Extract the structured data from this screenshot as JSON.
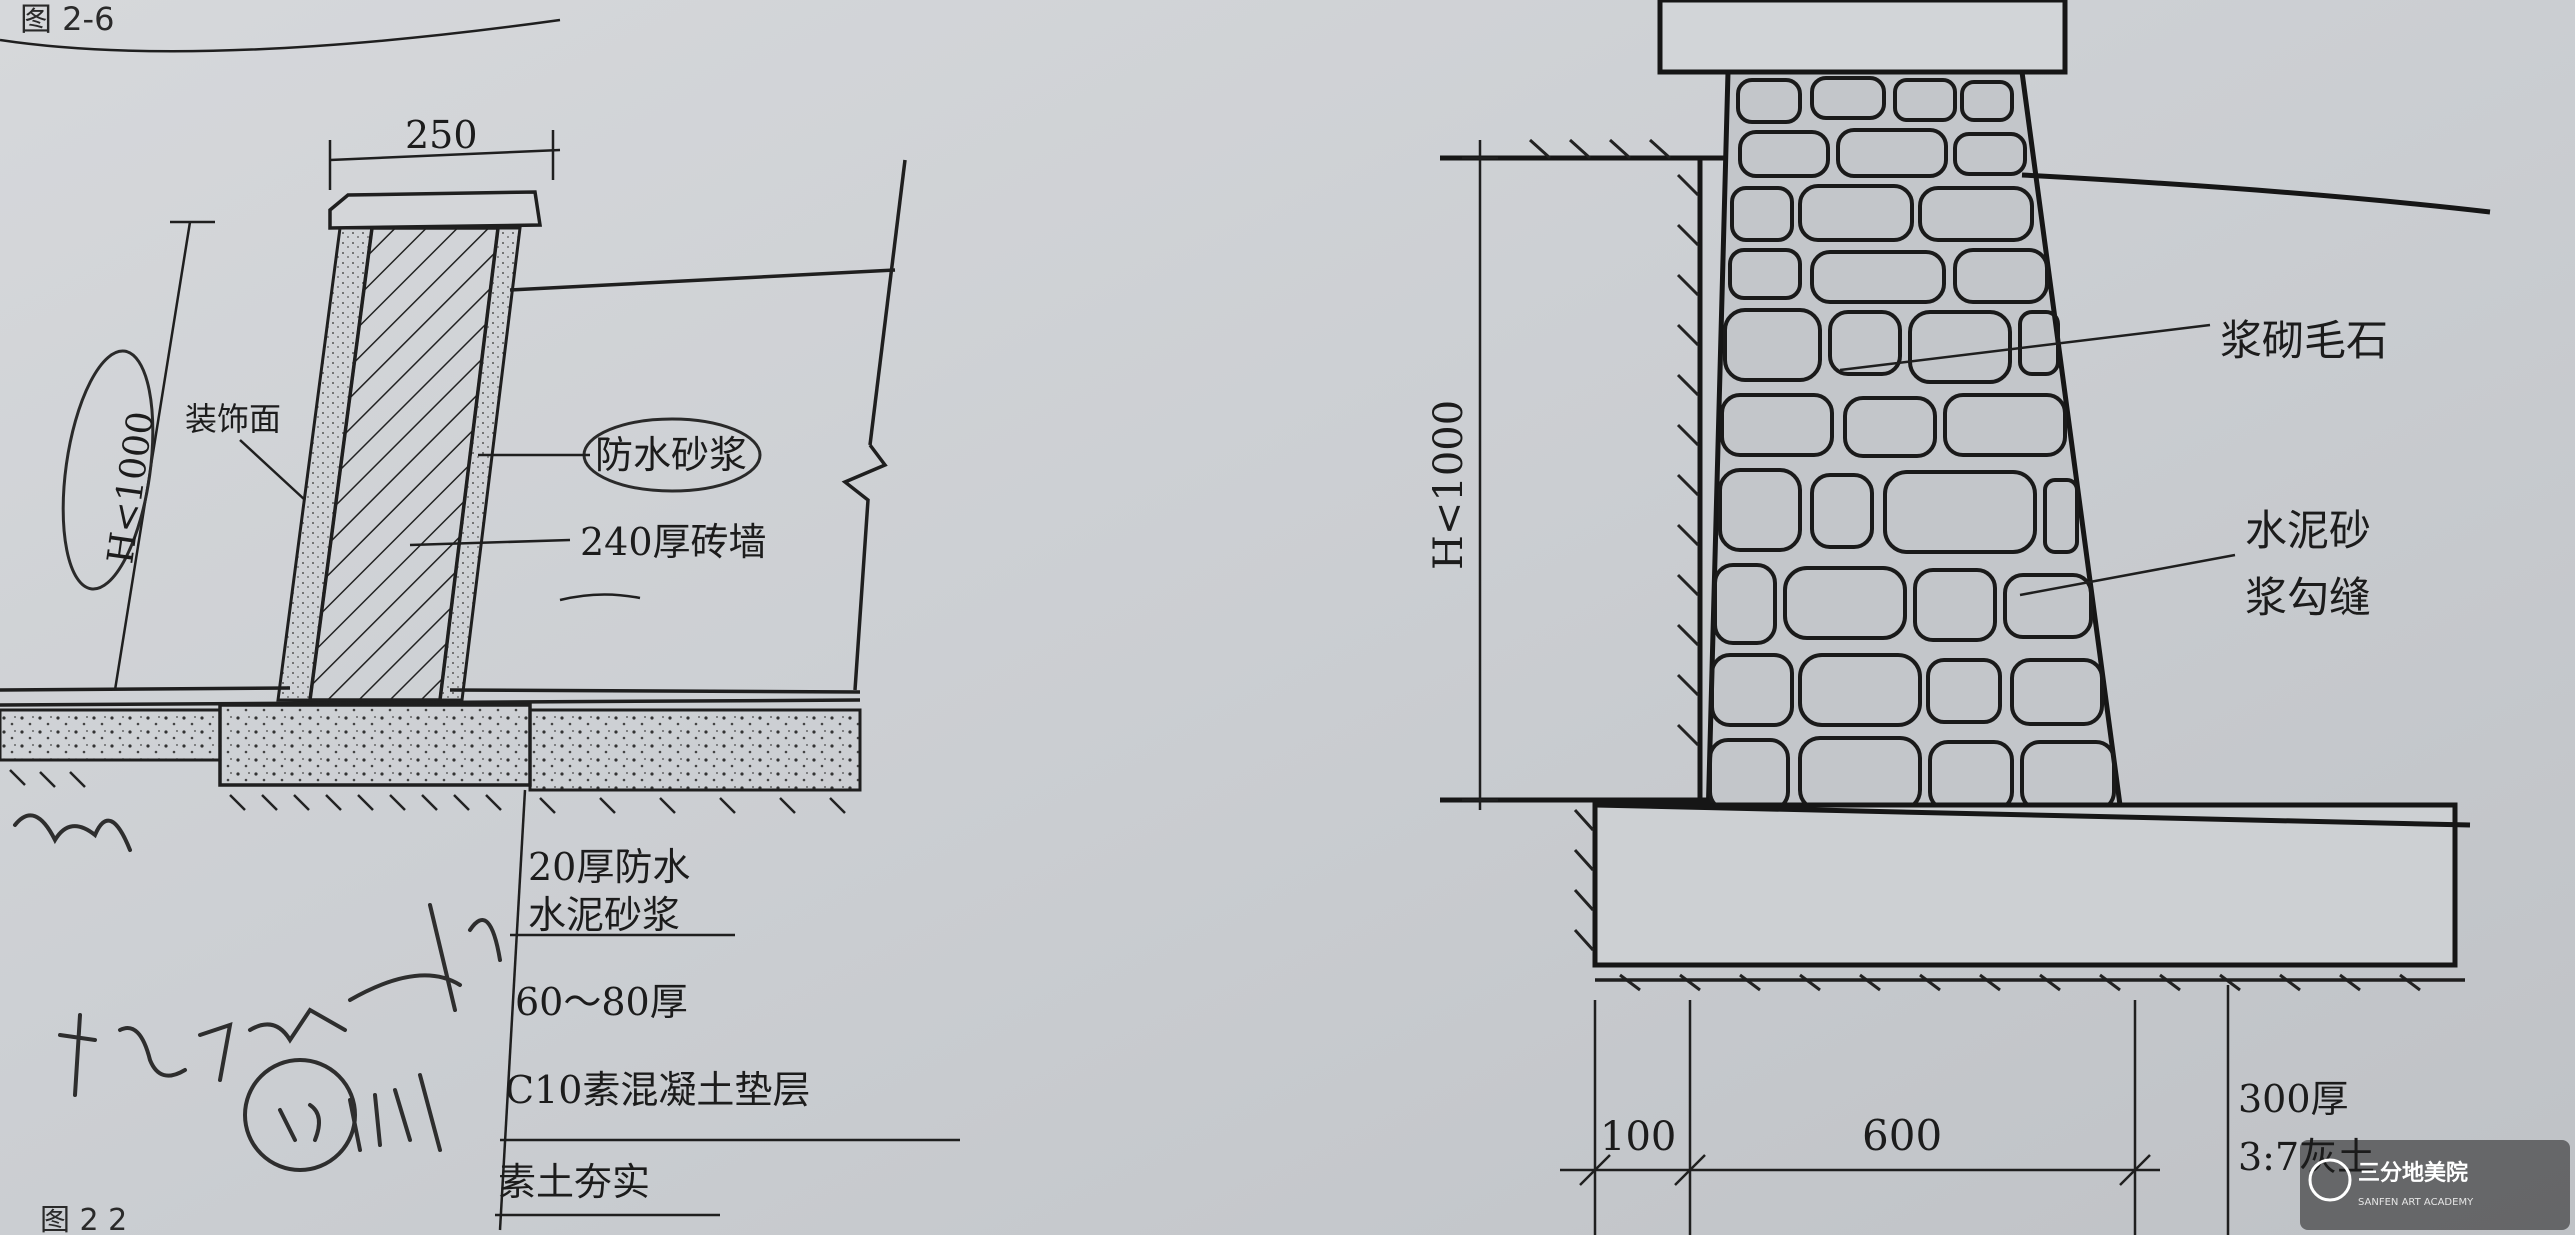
{
  "left_figure": {
    "dim_top": "250",
    "dim_height": "H<1000",
    "label_finish": "装饰面",
    "label_waterproof_mortar": "防水砂浆",
    "label_brick_wall": "240厚砖墙",
    "layer_1_line1": "20厚防水",
    "layer_1_line2": "水泥砂浆",
    "layer_2_line1": "60～80厚",
    "layer_2_line2": "C10素混凝土垫层",
    "layer_3": "素土夯实",
    "caption_fragment": "图 2-6",
    "caption_bottom": "图 2 2"
  },
  "right_figure": {
    "dim_height": "H<1000",
    "label_rubble": "浆砌毛石",
    "label_pointing_line1": "水泥砂",
    "label_pointing_line2": "浆勾缝",
    "dim_bottom_left": "100",
    "dim_bottom_right": "600",
    "base_line1": "300厚",
    "base_line2": "3:7灰土"
  },
  "logo": {
    "name": "三分地美院",
    "sub": "SANFEN ART ACADEMY"
  },
  "colors": {
    "paper": "#c9ccd0",
    "ink": "#1f1f1f"
  }
}
